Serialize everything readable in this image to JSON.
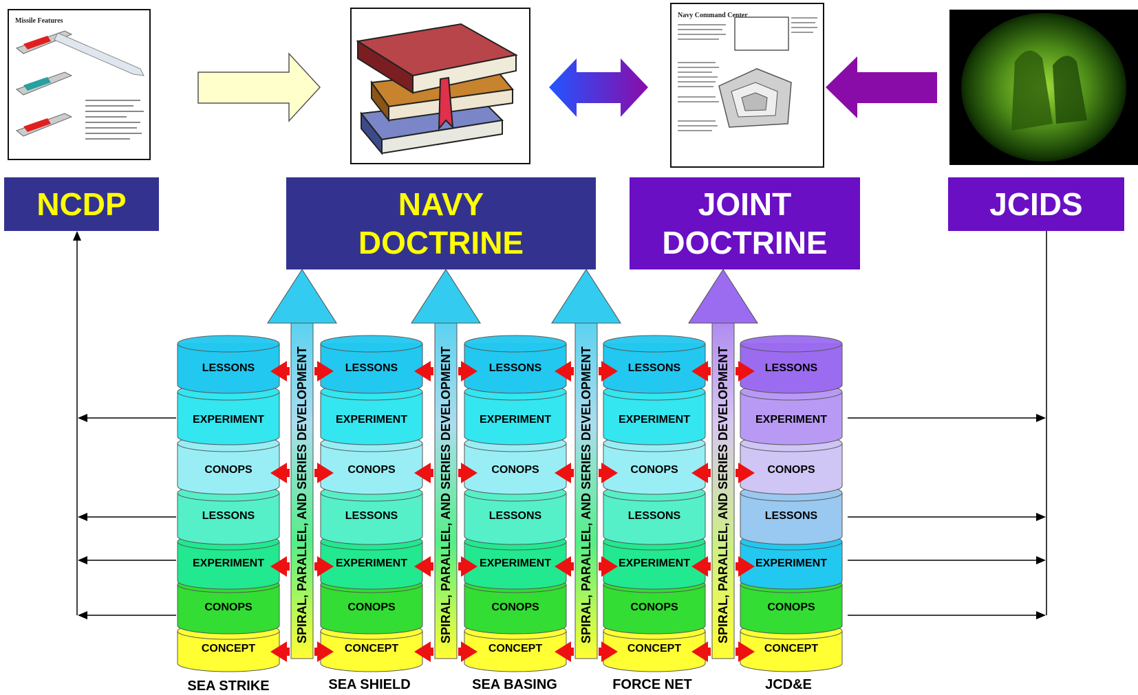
{
  "top_images": [
    {
      "id": "missile",
      "caption": "Missile Features"
    },
    {
      "id": "books"
    },
    {
      "id": "pentagon",
      "caption": "Navy Command Center"
    },
    {
      "id": "nightvision"
    }
  ],
  "headers": [
    {
      "id": "ncdp",
      "lines": [
        "NCDP"
      ],
      "color": "yellow",
      "bg": "blue"
    },
    {
      "id": "navy",
      "lines": [
        "NAVY",
        "DOCTRINE"
      ],
      "color": "yellow",
      "bg": "blue"
    },
    {
      "id": "joint",
      "lines": [
        "JOINT",
        "DOCTRINE"
      ],
      "color": "white",
      "bg": "purple"
    },
    {
      "id": "jcids",
      "lines": [
        "JCIDS"
      ],
      "color": "white",
      "bg": "purple"
    }
  ],
  "development_label": "SPIRAL, PARALLEL, AND SERIES DEVELOPMENT",
  "layers": [
    "LESSONS",
    "EXPERIMENT",
    "CONOPS",
    "LESSONS",
    "EXPERIMENT",
    "CONOPS",
    "CONCEPT"
  ],
  "columns": [
    {
      "label": "SEA STRIKE",
      "scheme": "navy"
    },
    {
      "label": "SEA SHIELD",
      "scheme": "navy"
    },
    {
      "label": "SEA BASING",
      "scheme": "navy"
    },
    {
      "label": "FORCE NET",
      "scheme": "navy"
    },
    {
      "label": "JCD&E",
      "scheme": "joint"
    }
  ],
  "colors": {
    "header_blue": "#33338f",
    "header_purple": "#6a0fc4",
    "navy_layers": [
      "#22c8f0",
      "#33e6f0",
      "#99eef5",
      "#55f0c8",
      "#22e890",
      "#33dd33",
      "#ffff33"
    ],
    "joint_layers": [
      "#9b6cf0",
      "#b89af5",
      "#cfc6f5",
      "#99c8f0",
      "#22c8f0",
      "#33dd33",
      "#ffff33"
    ],
    "up_arrow_blue": "#33ccf0",
    "up_arrow_purple": "#9b6cf0",
    "red_arrow": "#ee1111"
  }
}
